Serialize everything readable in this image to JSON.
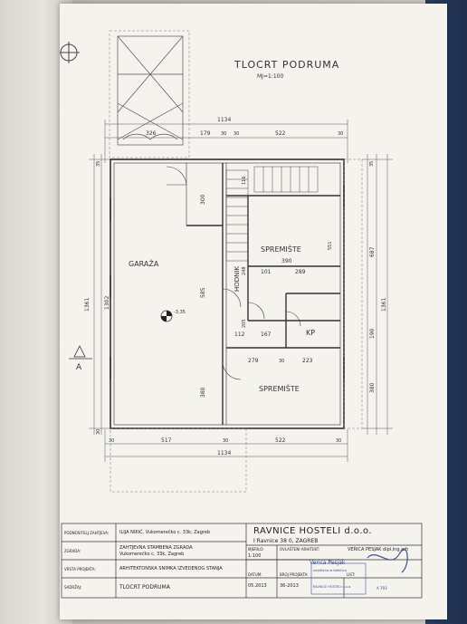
{
  "drawing": {
    "title": "TLOCRT PODRUMA",
    "scale": "MJ=1:100",
    "rooms": {
      "garage": "GARAŽA",
      "storage1": "SPREMIŠTE",
      "storage2": "SPREMIŠTE",
      "hall": "HODNIK",
      "kp": "KP"
    },
    "section_marker": "A",
    "level_mark": "-3,35",
    "dims": {
      "total_top": "1134",
      "total_bottom": "1134",
      "top_326": "326",
      "top_179": "179",
      "top_30a": "30",
      "top_30b": "30",
      "top_522": "522",
      "top_30c": "30",
      "bot_30a": "30",
      "bot_517": "517",
      "bot_30b": "30",
      "bot_522": "522",
      "bot_30c": "30",
      "left_1361": "1361",
      "left_1302": "1302",
      "left_35": "35",
      "left_30": "30",
      "right_1361": "1361",
      "right_687": "687",
      "right_380": "380",
      "right_190": "190",
      "right_35": "35",
      "d_300": "300",
      "d_585": "585",
      "d_380": "380",
      "d_116": "116",
      "d_248": "248",
      "d_205": "205",
      "d_551": "551",
      "d_390": "390",
      "d_101": "101",
      "d_289": "289",
      "d_112": "112",
      "d_167": "167",
      "d_279": "279",
      "d_223": "223",
      "d_30": "30"
    }
  },
  "title_block": {
    "company": "RAVNICE HOSTELI d.o.o.",
    "address": "I Ravnice 38 0, ZAGREB",
    "investor_label": "PODNOSITELJ ZAHTJEVA:",
    "investor_value": "ILIJA NIKIĆ, Vukomerečko c. 33k, Zagreb",
    "building_label": "ZGRADA:",
    "building_value_1": "ZAHTJEVNA STAMBENA ZGRADA",
    "building_value_2": "Vukomerečko c. 33k, Zagreb",
    "project_label": "VRSTA PROJEKTA:",
    "project_value": "ARHITEKTONSKA SNIMKA IZVEDENOG STANJA",
    "content_label": "SADRŽAJ:",
    "content_value": "TLOCRT PODRUMA",
    "scale_label": "MJERILO:",
    "scale_value": "1:100",
    "date_label": "DATUM:",
    "date_value": "05.2013",
    "architect_label": "OVLAŠTENI ARHITEKT:",
    "architect_value": "VERICA PESJAK dipl.ing.arh",
    "project_no_label": "BROJ PROJEKTA:",
    "project_no_value": "36-2013",
    "sheet_label": "LIST:",
    "signature": "Verica Pesjak",
    "stamp_text": "ovlaštena arhitektica",
    "stamp_text2": "RAVNICE HOSTELI d.o.o.",
    "stamp_no": "A 793"
  }
}
